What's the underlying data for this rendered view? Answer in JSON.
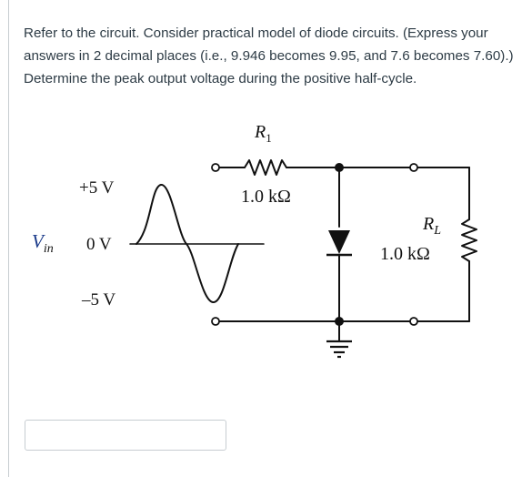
{
  "question": {
    "text": "Refer to the circuit. Consider practical model of diode circuits. (Express your answers in 2 decimal places (i.e., 9.946 becomes 9.95, and 7.6 becomes 7.60).) Determine the peak output voltage during the positive half-cycle."
  },
  "circuit": {
    "r1_label": "R",
    "r1_sub": "1",
    "r1_value": "1.0 kΩ",
    "rl_label": "R",
    "rl_sub": "L",
    "rl_value": "1.0 kΩ",
    "plus_label": "+5 V",
    "zero_label": "0 V",
    "minus_label": "–5 V",
    "vin_label": "V",
    "vin_sub": "in"
  },
  "answer": {
    "value": "",
    "placeholder": ""
  }
}
